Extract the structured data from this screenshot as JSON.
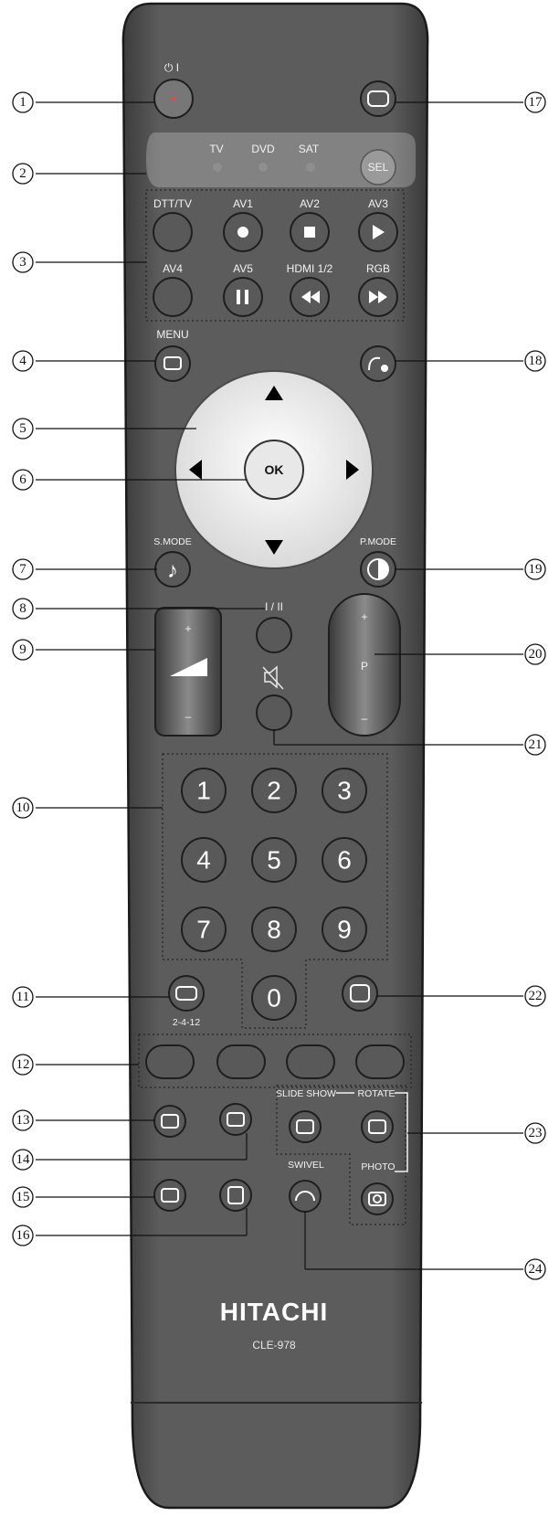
{
  "remote": {
    "brand": "HITACHI",
    "model": "CLE-978",
    "power_label": "⏻ I",
    "source_labels": [
      "TV",
      "DVD",
      "SAT"
    ],
    "sel_label": "SEL",
    "av_labels": [
      "DTT/TV",
      "AV1",
      "AV2",
      "AV3",
      "AV4",
      "AV5",
      "HDMI 1/2",
      "RGB"
    ],
    "menu_label": "MENU",
    "ok_label": "OK",
    "smode_label": "S.MODE",
    "pmode_label": "P.MODE",
    "dual_label": "I / II",
    "vol_plus": "+",
    "vol_minus": "–",
    "prog_plus": "+",
    "prog_minus": "–",
    "prog_label": "P",
    "digits": [
      "1",
      "2",
      "3",
      "4",
      "5",
      "6",
      "7",
      "8",
      "9",
      "0"
    ],
    "swap_sub_label": "2-4-12",
    "slideshow_label": "SLIDE SHOW",
    "rotate_label": "ROTATE",
    "photo_label": "PHOTO",
    "swivel_label": "SWIVEL"
  },
  "callouts": [
    "1",
    "2",
    "3",
    "4",
    "5",
    "6",
    "7",
    "8",
    "9",
    "10",
    "11",
    "12",
    "13",
    "14",
    "15",
    "16",
    "17",
    "18",
    "19",
    "20",
    "21",
    "22",
    "23",
    "24"
  ]
}
